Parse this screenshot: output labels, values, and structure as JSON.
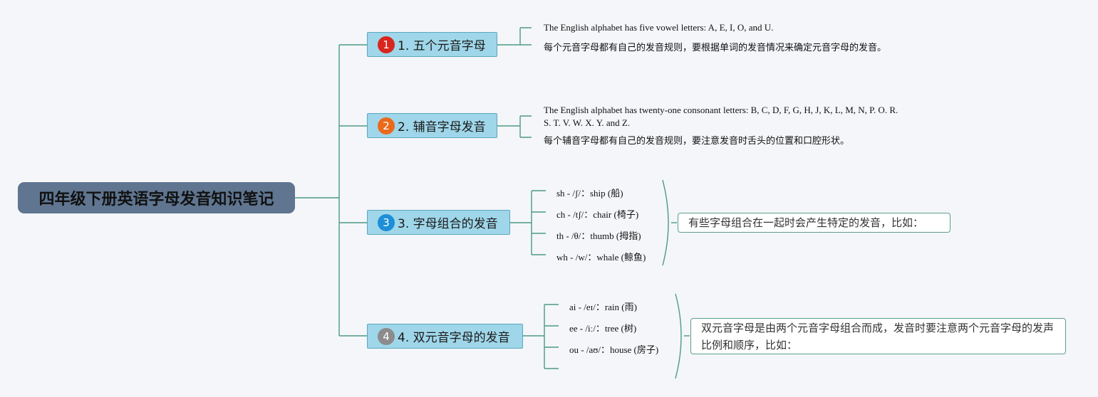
{
  "root": {
    "title": "四年级下册英语字母发音知识笔记"
  },
  "colors": {
    "line": "#4c9a84",
    "root_bg": "#5f7590",
    "branch_bg": "#9fd6e9",
    "badge1": "#d8261e",
    "badge2": "#ea6a1b",
    "badge3": "#1d8ed8",
    "badge4": "#8c8c8c"
  },
  "branches": [
    {
      "badge": "1",
      "label": "1. 五个元音字母",
      "notes": [
        "The English alphabet has five vowel letters: A, E, I, O, and U.",
        "每个元音字母都有自己的发音规则，要根据单词的发音情况来确定元音字母的发音。"
      ]
    },
    {
      "badge": "2",
      "label": "2. 辅音字母发音",
      "notes": [
        "The English alphabet has twenty-one consonant letters: B, C, D, F, G, H, J, K, L, M, N, P. O. R. S. T. V. W. X. Y. and Z.",
        "每个辅音字母都有自己的发音规则，要注意发音时舌头的位置和口腔形状。"
      ]
    },
    {
      "badge": "3",
      "label": "3. 字母组合的发音",
      "items": [
        "sh - /ʃ/：ship (船)",
        "ch - /tʃ/：chair (椅子)",
        "th - /θ/：thumb (拇指)",
        "wh - /w/：whale (鲸鱼)"
      ],
      "summary": "有些字母组合在一起时会产生特定的发音，比如："
    },
    {
      "badge": "4",
      "label": "4. 双元音字母的发音",
      "items": [
        "ai - /eɪ/：rain (雨)",
        "ee - /iː/：tree (树)",
        "ou - /aʊ/：house (房子)"
      ],
      "summary": "双元音字母是由两个元音字母组合而成，发音时要注意两个元音字母的发声比例和顺序，比如："
    }
  ]
}
